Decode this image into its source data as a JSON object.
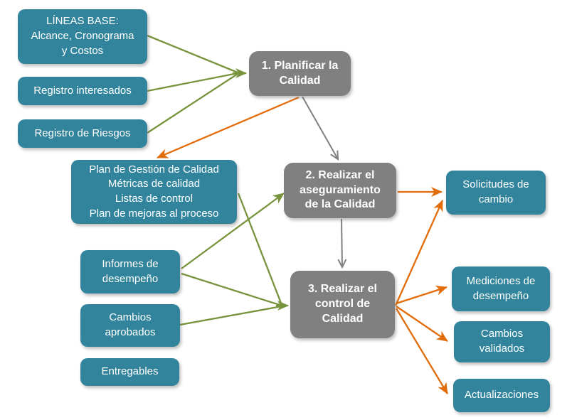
{
  "colors": {
    "teal": "#31849B",
    "green": "#77933C",
    "orange": "#E36C0A",
    "gray": "#808080",
    "text": "#FFFFFF",
    "bg": "#FFFFFF"
  },
  "nodes": {
    "lineas_base": {
      "label": "LÍNEAS BASE:\nAlcance,  Cronograma\ny Costos"
    },
    "registro_interesados": {
      "label": "Registro interesados"
    },
    "registro_riesgos": {
      "label": "Registro de Riesgos"
    },
    "planificar_calidad": {
      "label": "1. Planificar la\nCalidad"
    },
    "plan_gestion_calidad": {
      "label": "Plan de Gestión de Calidad\nMétricas de calidad\nListas de control\nPlan de mejoras al proceso"
    },
    "aseguramiento_calidad": {
      "label": "2. Realizar el\naseguramiento\nde la Calidad"
    },
    "control_calidad": {
      "label": "3. Realizar el\ncontrol de\nCalidad"
    },
    "solicitudes_cambio": {
      "label": "Solicitudes de\ncambio"
    },
    "informes_desempeno": {
      "label": "Informes de\ndesempeño"
    },
    "cambios_aprobados": {
      "label": "Cambios\naprobados"
    },
    "entregables": {
      "label": "Entregables"
    },
    "mediciones_desempeno": {
      "label": "Mediciones de\ndesempeño"
    },
    "cambios_validados": {
      "label": "Cambios\nvalidados"
    },
    "actualizaciones": {
      "label": "Actualizaciones"
    }
  },
  "edges": [
    {
      "from": "lineas_base",
      "to": "planificar_calidad",
      "color": "green"
    },
    {
      "from": "registro_interesados",
      "to": "planificar_calidad",
      "color": "green"
    },
    {
      "from": "registro_riesgos",
      "to": "planificar_calidad",
      "color": "green"
    },
    {
      "from": "planificar_calidad",
      "to": "plan_gestion_calidad",
      "color": "orange"
    },
    {
      "from": "planificar_calidad",
      "to": "aseguramiento_calidad",
      "color": "gray"
    },
    {
      "from": "plan_gestion_calidad",
      "to": "control_calidad",
      "color": "green"
    },
    {
      "from": "informes_desempeno",
      "to": "aseguramiento_calidad",
      "color": "green"
    },
    {
      "from": "informes_desempeno",
      "to": "control_calidad",
      "color": "green"
    },
    {
      "from": "cambios_aprobados",
      "to": "control_calidad",
      "color": "green"
    },
    {
      "from": "aseguramiento_calidad",
      "to": "control_calidad",
      "color": "gray"
    },
    {
      "from": "aseguramiento_calidad",
      "to": "solicitudes_cambio",
      "color": "orange"
    },
    {
      "from": "control_calidad",
      "to": "solicitudes_cambio",
      "color": "orange"
    },
    {
      "from": "control_calidad",
      "to": "mediciones_desempeno",
      "color": "orange"
    },
    {
      "from": "control_calidad",
      "to": "cambios_validados",
      "color": "orange"
    },
    {
      "from": "control_calidad",
      "to": "actualizaciones",
      "color": "orange"
    }
  ]
}
